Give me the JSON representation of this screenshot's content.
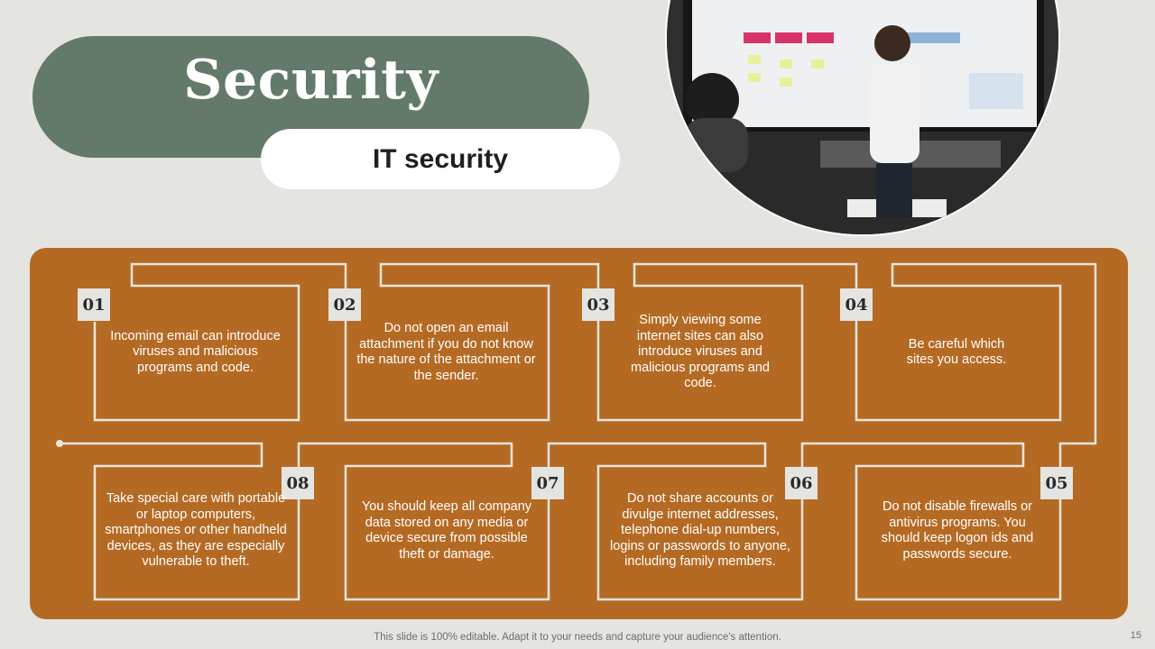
{
  "title": "Security",
  "subtitle": "IT security",
  "photo": {
    "description_icon": "presenter-photo"
  },
  "steps": [
    {
      "number": "01",
      "text": "Incoming email can introduce viruses and malicious programs and code."
    },
    {
      "number": "02",
      "text": "Do not open an email attachment if you do not know the nature of the attachment or the sender."
    },
    {
      "number": "03",
      "text": "Simply viewing some internet sites can also introduce viruses and malicious programs and code."
    },
    {
      "number": "04",
      "text": "Be careful which sites you access."
    },
    {
      "number": "05",
      "text": "Do not disable firewalls or antivirus programs. You should keep logon ids and passwords secure."
    },
    {
      "number": "06",
      "text": "Do not share accounts or divulge internet addresses, telephone dial-up numbers, logins or passwords to anyone, including family members."
    },
    {
      "number": "07",
      "text": "You should keep all company data stored on any media or device secure from possible theft or damage."
    },
    {
      "number": "08",
      "text": "Take special care with portable or laptop computers, smartphones or other handheld devices, as they are especially vulnerable to theft."
    }
  ],
  "footer": "This slide is 100% editable. Adapt it to your needs and capture your audience's attention.",
  "page_number": "15",
  "colors": {
    "background": "#e4e4e1",
    "title_pill": "#637a6b",
    "panel": "#b56a24",
    "line": "#ece6dc"
  }
}
